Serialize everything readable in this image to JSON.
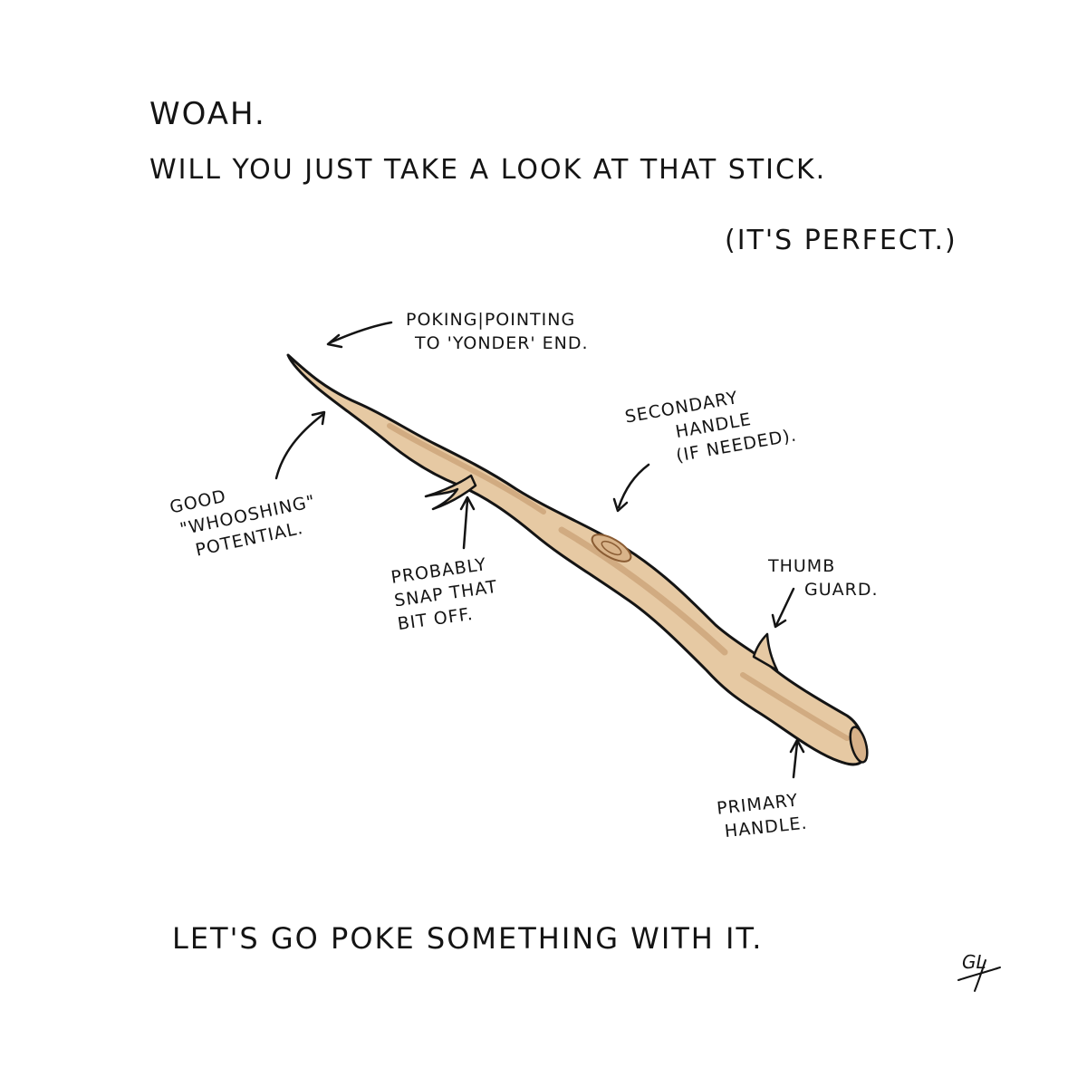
{
  "header": {
    "line1": "Woah.",
    "line2": "Will You Just Take A Look At That Stick.",
    "line3": "(It's Perfect.)"
  },
  "annotations": {
    "tip": [
      "Poking|Pointing",
      "To 'Yonder' End."
    ],
    "whoosh": [
      "Good",
      "\"Whooshing\"",
      "Potential."
    ],
    "snap": [
      "Probably",
      "Snap That",
      "Bit Off."
    ],
    "secondary": [
      "Secondary",
      "Handle",
      "(If Needed)."
    ],
    "thumb": [
      "Thumb",
      "Guard."
    ],
    "primary": [
      "Primary",
      "Handle."
    ]
  },
  "footer": {
    "caption": "Let's Go Poke Something With It."
  },
  "signature": "GL",
  "colors": {
    "ink": "#141414",
    "stick_fill": "#e6c9a3",
    "stick_shade": "#c79e72",
    "background": "#ffffff"
  }
}
